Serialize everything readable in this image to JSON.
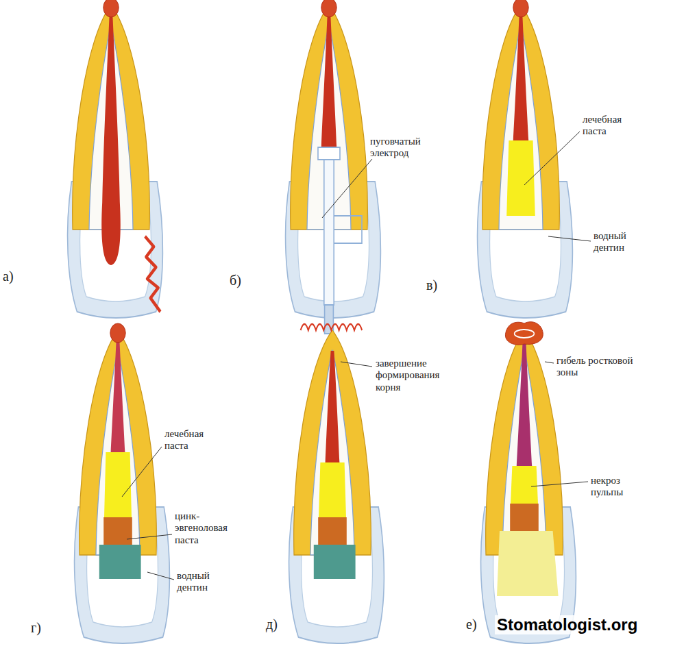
{
  "diagram": {
    "labels": [
      "а)",
      "пуговчатый электрод",
      "б)",
      "лечебная паста",
      "водный дентин",
      "в)",
      "лечебная паста",
      "цинк-эвгеноловая паста",
      "водный дентин",
      "завершение формирования корня",
      "гибель ростковой зоны",
      "некроз пульпы",
      "г)",
      "д)",
      "е)",
      "Stomatologist.org"
    ]
  }
}
